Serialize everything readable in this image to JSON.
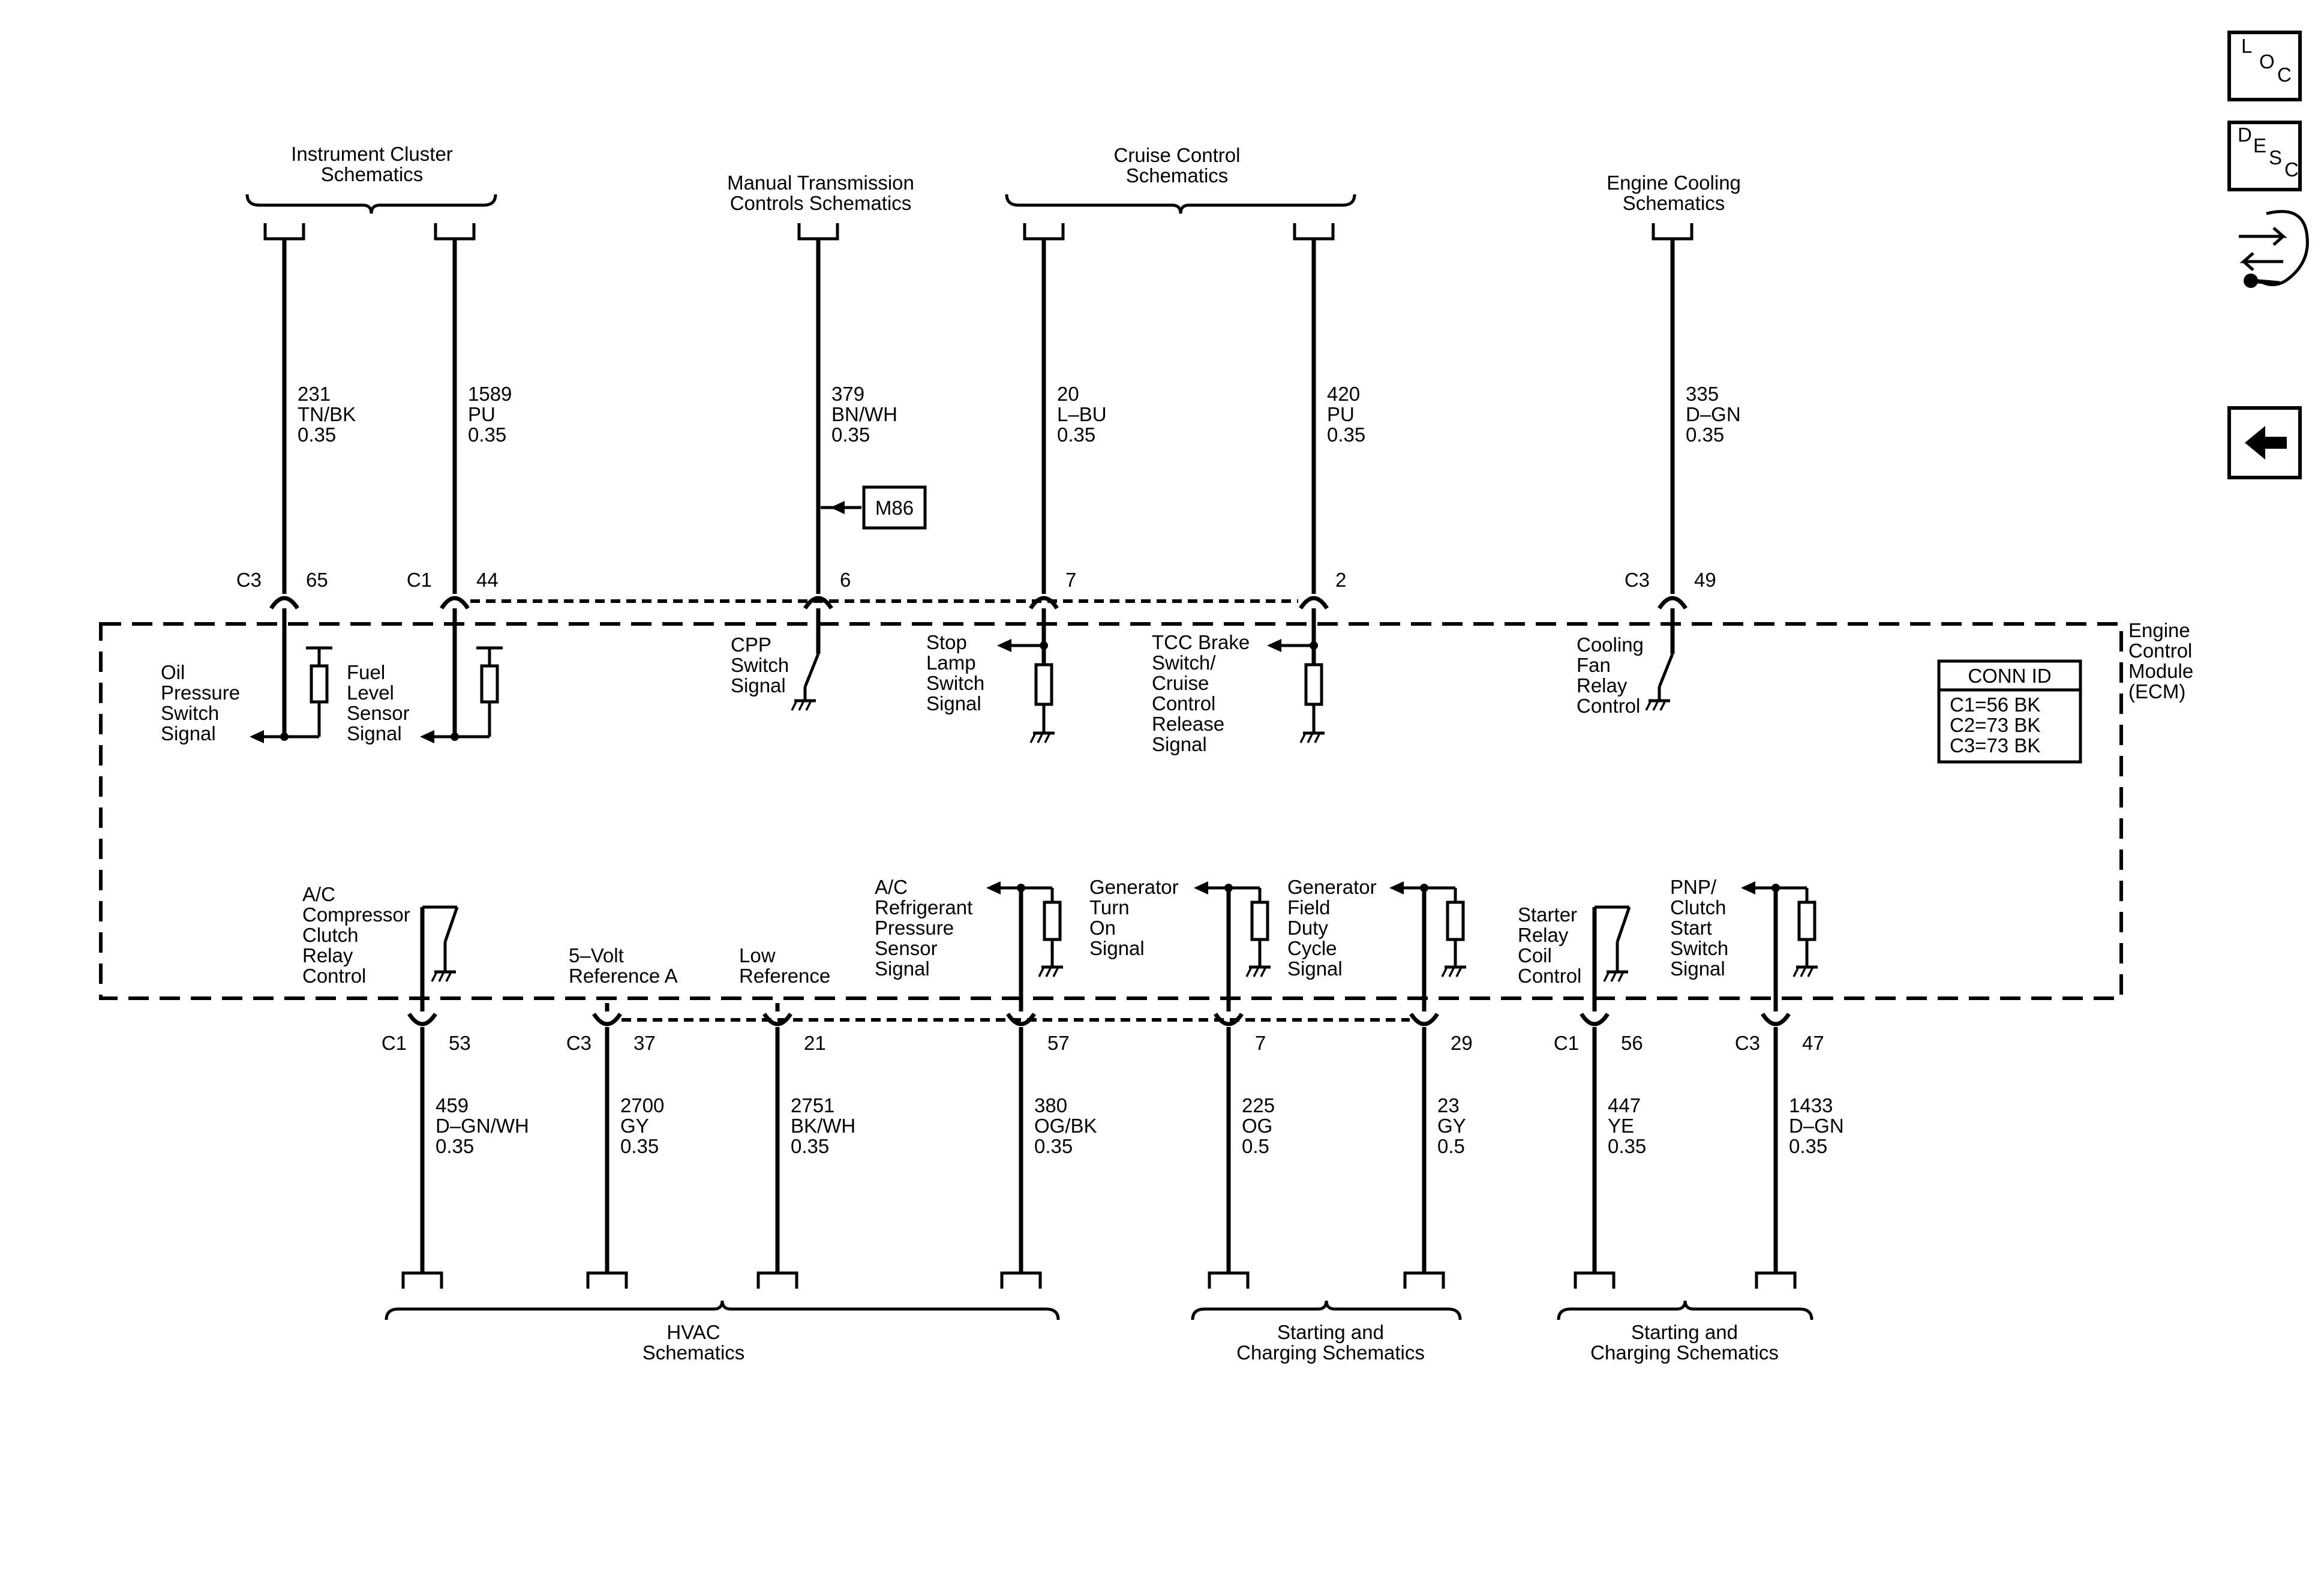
{
  "module": {
    "lines": [
      "Engine",
      "Control",
      "Module",
      "(ECM)"
    ]
  },
  "conn_id": {
    "title": "CONN ID",
    "rows": [
      "C1=56 BK",
      "C2=73 BK",
      "C3=73 BK"
    ]
  },
  "side_buttons": [
    {
      "icon": "loc-icon",
      "chars": [
        "L",
        "O",
        "C"
      ]
    },
    {
      "icon": "desc-icon",
      "chars": [
        "D",
        "E",
        "S",
        "C"
      ]
    },
    {
      "icon": "connector-flow-icon"
    },
    {
      "icon": "back-arrow-icon"
    }
  ],
  "top_groups": [
    {
      "title": [
        "Instrument Cluster",
        "Schematics"
      ]
    },
    {
      "title": [
        "Manual Transmission",
        "Controls Schematics"
      ]
    },
    {
      "title": [
        "Cruise Control",
        "Schematics"
      ]
    },
    {
      "title": [
        "Engine Cooling",
        "Schematics"
      ]
    }
  ],
  "bottom_groups": [
    {
      "title": [
        "HVAC",
        "Schematics"
      ]
    },
    {
      "title": [
        "Starting and",
        "Charging Schematics"
      ]
    },
    {
      "title": [
        "Starting and",
        "Charging Schematics"
      ]
    }
  ],
  "splice_tag": "M86",
  "top_circuits": [
    {
      "connector": "C3",
      "pin": "65",
      "wire": [
        "231",
        "TN/BK",
        "0.35"
      ],
      "signal": [
        "Oil",
        "Pressure",
        "Switch",
        "Signal"
      ]
    },
    {
      "connector": "C1",
      "pin": "44",
      "wire": [
        "1589",
        "PU",
        "0.35"
      ],
      "signal": [
        "Fuel",
        "Level",
        "Sensor",
        "Signal"
      ]
    },
    {
      "connector": "",
      "pin": "6",
      "wire": [
        "379",
        "BN/WH",
        "0.35"
      ],
      "signal": [
        "CPP",
        "Switch",
        "Signal"
      ]
    },
    {
      "connector": "",
      "pin": "7",
      "wire": [
        "20",
        "L–BU",
        "0.35"
      ],
      "signal": [
        "Stop",
        "Lamp",
        "Switch",
        "Signal"
      ]
    },
    {
      "connector": "",
      "pin": "2",
      "wire": [
        "420",
        "PU",
        "0.35"
      ],
      "signal": [
        "TCC Brake",
        "Switch/",
        "Cruise",
        "Control",
        "Release",
        "Signal"
      ]
    },
    {
      "connector": "C3",
      "pin": "49",
      "wire": [
        "335",
        "D–GN",
        "0.35"
      ],
      "signal": [
        "Cooling",
        "Fan",
        "Relay",
        "Control"
      ]
    }
  ],
  "bottom_circuits": [
    {
      "connector": "C1",
      "pin": "53",
      "wire": [
        "459",
        "D–GN/WH",
        "0.35"
      ],
      "signal": [
        "A/C",
        "Compressor",
        "Clutch",
        "Relay",
        "Control"
      ]
    },
    {
      "connector": "C3",
      "pin": "37",
      "wire": [
        "2700",
        "GY",
        "0.35"
      ],
      "signal": [
        "5–Volt",
        "Reference A"
      ]
    },
    {
      "connector": "",
      "pin": "21",
      "wire": [
        "2751",
        "BK/WH",
        "0.35"
      ],
      "signal": [
        "Low",
        "Reference"
      ]
    },
    {
      "connector": "",
      "pin": "57",
      "wire": [
        "380",
        "OG/BK",
        "0.35"
      ],
      "signal": [
        "A/C",
        "Refrigerant",
        "Pressure",
        "Sensor",
        "Signal"
      ]
    },
    {
      "connector": "",
      "pin": "7",
      "wire": [
        "225",
        "OG",
        "0.5"
      ],
      "signal": [
        "Generator",
        "Turn",
        "On",
        "Signal"
      ]
    },
    {
      "connector": "",
      "pin": "29",
      "wire": [
        "23",
        "GY",
        "0.5"
      ],
      "signal": [
        "Generator",
        "Field",
        "Duty",
        "Cycle",
        "Signal"
      ]
    },
    {
      "connector": "C1",
      "pin": "56",
      "wire": [
        "447",
        "YE",
        "0.35"
      ],
      "signal": [
        "Starter",
        "Relay",
        "Coil",
        "Control"
      ]
    },
    {
      "connector": "C3",
      "pin": "47",
      "wire": [
        "1433",
        "D–GN",
        "0.35"
      ],
      "signal": [
        "PNP/",
        "Clutch",
        "Start",
        "Switch",
        "Signal"
      ]
    }
  ]
}
